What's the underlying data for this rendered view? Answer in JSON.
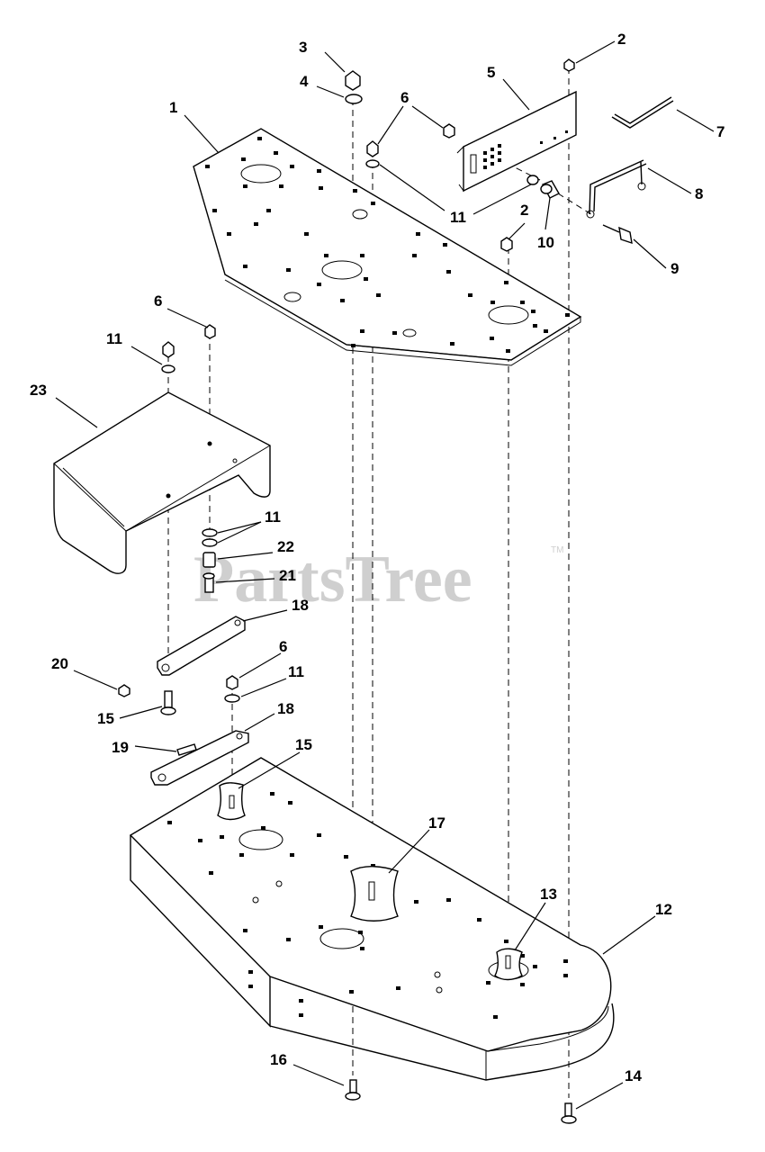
{
  "watermark": {
    "text": "PartsTree",
    "trademark": "TM"
  },
  "callouts": [
    {
      "id": "c1",
      "label": "1"
    },
    {
      "id": "c2a",
      "label": "2"
    },
    {
      "id": "c2b",
      "label": "2"
    },
    {
      "id": "c3",
      "label": "3"
    },
    {
      "id": "c4",
      "label": "4"
    },
    {
      "id": "c5",
      "label": "5"
    },
    {
      "id": "c6a",
      "label": "6"
    },
    {
      "id": "c6b",
      "label": "6"
    },
    {
      "id": "c6c",
      "label": "6"
    },
    {
      "id": "c7",
      "label": "7"
    },
    {
      "id": "c8",
      "label": "8"
    },
    {
      "id": "c9",
      "label": "9"
    },
    {
      "id": "c10",
      "label": "10"
    },
    {
      "id": "c11a",
      "label": "11"
    },
    {
      "id": "c11b",
      "label": "11"
    },
    {
      "id": "c11c",
      "label": "11"
    },
    {
      "id": "c11d",
      "label": "11"
    },
    {
      "id": "c12",
      "label": "12"
    },
    {
      "id": "c13",
      "label": "13"
    },
    {
      "id": "c14",
      "label": "14"
    },
    {
      "id": "c15a",
      "label": "15"
    },
    {
      "id": "c15b",
      "label": "15"
    },
    {
      "id": "c16",
      "label": "16"
    },
    {
      "id": "c17",
      "label": "17"
    },
    {
      "id": "c18a",
      "label": "18"
    },
    {
      "id": "c18b",
      "label": "18"
    },
    {
      "id": "c19",
      "label": "19"
    },
    {
      "id": "c20",
      "label": "20"
    },
    {
      "id": "c21",
      "label": "21"
    },
    {
      "id": "c22",
      "label": "22"
    },
    {
      "id": "c23",
      "label": "23"
    }
  ]
}
